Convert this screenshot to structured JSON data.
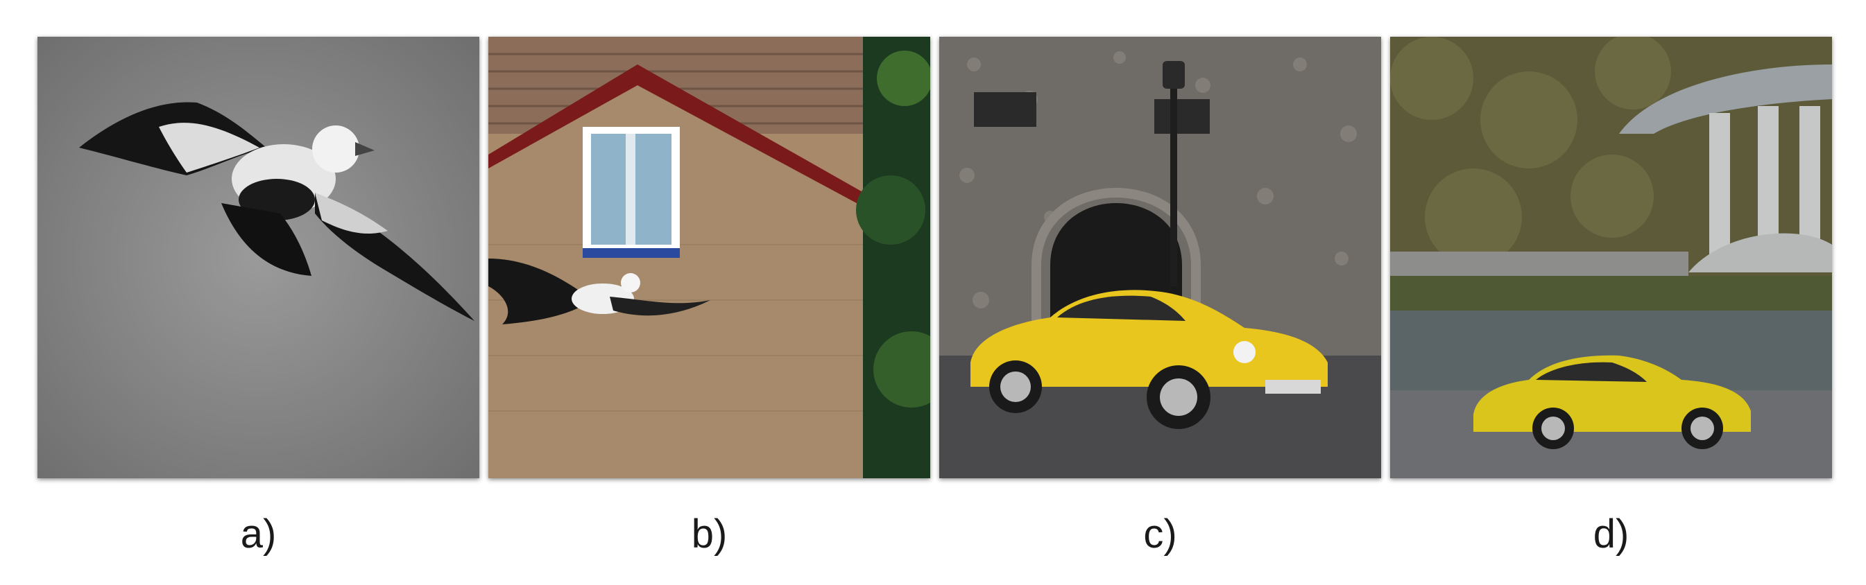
{
  "panels": [
    {
      "label": "a)"
    },
    {
      "label": "b)"
    },
    {
      "label": "c)"
    },
    {
      "label": "d)"
    }
  ],
  "colors": {
    "background": "#ffffff",
    "label_text": "#1a1a1a",
    "car_yellow": "#e8c61e",
    "sky_gray": "#8a8a8a",
    "roof_red": "#7a1a1a"
  }
}
